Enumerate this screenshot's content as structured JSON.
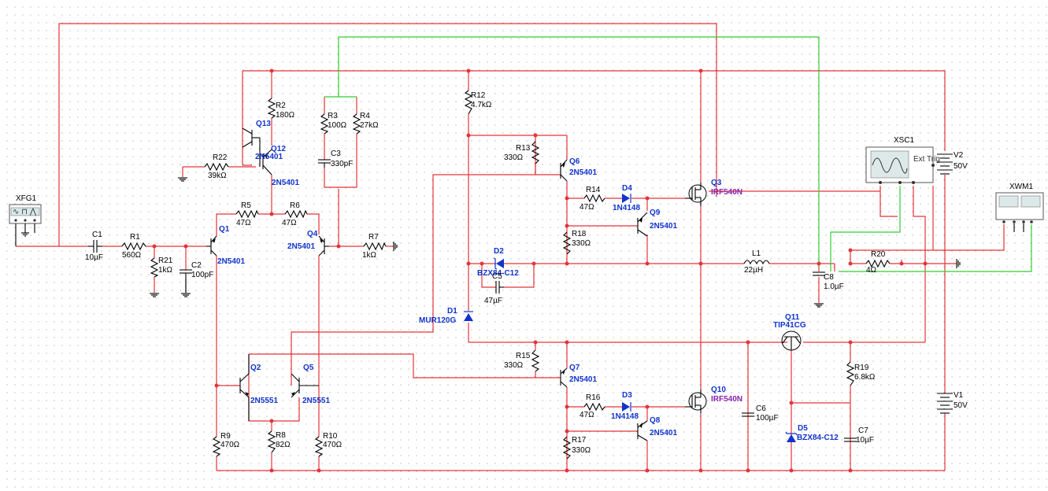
{
  "instruments": {
    "function_generator": {
      "ref": "XFG1"
    },
    "oscilloscope": {
      "ref": "XSC1",
      "trig_label": "Ext Trig"
    },
    "multimeter": {
      "ref": "XWM1"
    }
  },
  "components": {
    "C1": {
      "ref": "C1",
      "value": "10µF"
    },
    "R1": {
      "ref": "R1",
      "value": "560Ω"
    },
    "R21": {
      "ref": "R21",
      "value": "1kΩ"
    },
    "C2": {
      "ref": "C2",
      "value": "100pF"
    },
    "Q1": {
      "ref": "Q1",
      "part": "2N5401"
    },
    "R5": {
      "ref": "R5",
      "value": "47Ω"
    },
    "R6": {
      "ref": "R6",
      "value": "47Ω"
    },
    "Q4": {
      "ref": "Q4",
      "part": "2N5401"
    },
    "R7": {
      "ref": "R7",
      "value": "1kΩ"
    },
    "Q13": {
      "ref": "Q13"
    },
    "Q12": {
      "ref": "Q12",
      "part": "2N5401",
      "part2": "2N5401"
    },
    "R2": {
      "ref": "R2",
      "value": "180Ω"
    },
    "R22": {
      "ref": "R22",
      "value": "39kΩ"
    },
    "R3": {
      "ref": "R3",
      "value": "100Ω"
    },
    "R4": {
      "ref": "R4",
      "value": "27kΩ"
    },
    "C3": {
      "ref": "C3",
      "value": "330pF"
    },
    "Q2": {
      "ref": "Q2",
      "part": "2N5551"
    },
    "Q5": {
      "ref": "Q5",
      "part": "2N5551"
    },
    "R9": {
      "ref": "R9",
      "value": "470Ω"
    },
    "R8": {
      "ref": "R8",
      "value": "82Ω"
    },
    "R10": {
      "ref": "R10",
      "value": "470Ω"
    },
    "R12": {
      "ref": "R12",
      "value": "4.7kΩ"
    },
    "R13": {
      "ref": "R13",
      "value": "330Ω"
    },
    "Q6": {
      "ref": "Q6",
      "part": "2N5401"
    },
    "R14": {
      "ref": "R14",
      "value": "47Ω"
    },
    "D4": {
      "ref": "D4",
      "part": "1N4148"
    },
    "Q9": {
      "ref": "Q9",
      "part": "2N5401"
    },
    "R18": {
      "ref": "R18",
      "value": "330Ω"
    },
    "Q3": {
      "ref": "Q3",
      "part": "IRF540N"
    },
    "D2": {
      "ref": "D2",
      "part": "BZX84-C12"
    },
    "C5": {
      "ref": "C5",
      "value": "47µF"
    },
    "D1": {
      "ref": "D1",
      "part": "MUR120G"
    },
    "L1": {
      "ref": "L1",
      "value": "22µH"
    },
    "C8": {
      "ref": "C8",
      "value": "1.0µF"
    },
    "R20": {
      "ref": "R20",
      "value": "4Ω"
    },
    "V2": {
      "ref": "V2",
      "value": "50V"
    },
    "V1": {
      "ref": "V1",
      "value": "50V"
    },
    "Q11": {
      "ref": "Q11",
      "part": "TIP41CG"
    },
    "R15": {
      "ref": "R15",
      "value": "330Ω"
    },
    "Q7": {
      "ref": "Q7",
      "part": "2N5401"
    },
    "R16": {
      "ref": "R16",
      "value": "47Ω"
    },
    "D3": {
      "ref": "D3",
      "part": "1N4148"
    },
    "Q8": {
      "ref": "Q8",
      "part": "2N5401"
    },
    "R17": {
      "ref": "R17",
      "value": "330Ω"
    },
    "Q10": {
      "ref": "Q10",
      "part": "IRF540N"
    },
    "C6": {
      "ref": "C6",
      "value": "100µF"
    },
    "R19": {
      "ref": "R19",
      "value": "6.8kΩ"
    },
    "C7": {
      "ref": "C7",
      "value": "10µF"
    },
    "D5": {
      "ref": "D5",
      "part": "BZX84-C12"
    }
  },
  "colors": {
    "wire": "#e4343a",
    "probe_wire": "#33cc33",
    "part_label": "#1133cc",
    "mosfet_part": "#8822aa",
    "grid_dot": "#9a9a9a"
  }
}
